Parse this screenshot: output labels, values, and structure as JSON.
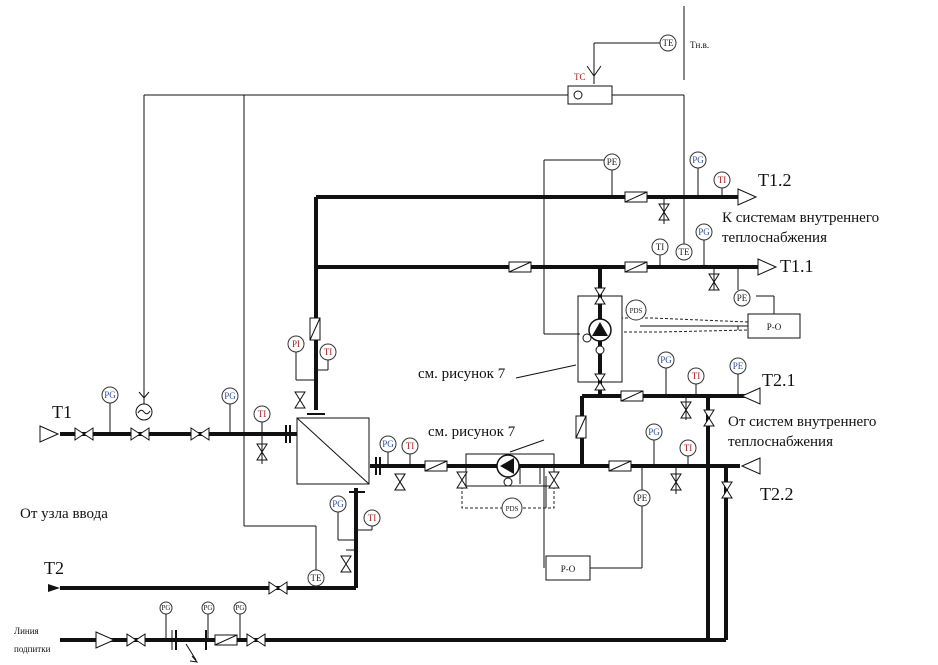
{
  "labels": {
    "t1": "T1",
    "t2": "T2",
    "t11": "T1.1",
    "t12": "T1.2",
    "t21": "T2.1",
    "t22": "T2.2",
    "tnv": "Тн.в.",
    "tc": "TC",
    "ro_top": "P-O",
    "ro_bottom": "P-O",
    "to_systems": "К системам внутреннего",
    "to_systems2": "теплоснабжения",
    "from_systems": "От систем внутреннего",
    "from_systems2": "теплоснабжения",
    "from_node": "От узла ввода",
    "see_fig1": "см. рисунок 7",
    "see_fig2": "см. рисунок 7",
    "makeup1": "Линия",
    "makeup2": "подпитки"
  },
  "instruments": [
    {
      "tag": "PG",
      "color": "blue"
    },
    {
      "tag": "PG",
      "color": "blue"
    },
    {
      "tag": "TI",
      "color": "red"
    },
    {
      "tag": "PI",
      "color": "red"
    },
    {
      "tag": "TI",
      "color": "red"
    },
    {
      "tag": "PG",
      "color": "blue"
    },
    {
      "tag": "TI",
      "color": "red"
    },
    {
      "tag": "PG",
      "color": "blue"
    },
    {
      "tag": "TI",
      "color": "red"
    },
    {
      "tag": "TE",
      "color": "dark"
    },
    {
      "tag": "TE",
      "color": "dark"
    },
    {
      "tag": "PE",
      "color": "dark"
    },
    {
      "tag": "PG",
      "color": "blue"
    },
    {
      "tag": "TI",
      "color": "red"
    },
    {
      "tag": "TI",
      "color": "dark"
    },
    {
      "tag": "TE",
      "color": "dark"
    },
    {
      "tag": "PG",
      "color": "blue"
    },
    {
      "tag": "PE",
      "color": "dark"
    },
    {
      "tag": "PDS",
      "color": "dark"
    },
    {
      "tag": "PG",
      "color": "blue"
    },
    {
      "tag": "TI",
      "color": "red"
    },
    {
      "tag": "PE",
      "color": "blue"
    },
    {
      "tag": "PG",
      "color": "blue"
    },
    {
      "tag": "TI",
      "color": "red"
    },
    {
      "tag": "PE",
      "color": "dark"
    },
    {
      "tag": "PDS",
      "color": "dark"
    },
    {
      "tag": "PG",
      "color": "dark"
    },
    {
      "tag": "PG",
      "color": "dark"
    },
    {
      "tag": "PG",
      "color": "dark"
    }
  ]
}
